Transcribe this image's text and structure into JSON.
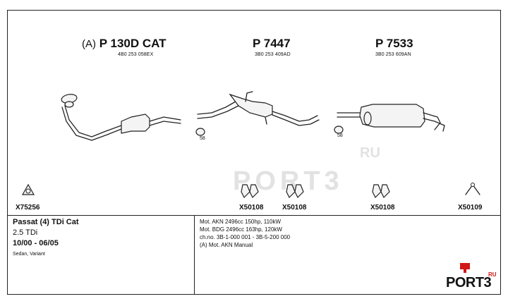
{
  "header": {
    "front": {
      "prefix": "(A)",
      "part": "P 130D CAT",
      "oem": "4B0 253 058EX"
    },
    "middle": {
      "part": "P 7447",
      "oem": "3B0 253 409AD"
    },
    "rear": {
      "part": "P 7533",
      "oem": "3B0 253 609AN"
    }
  },
  "fittings": {
    "gasket": "X75256",
    "clamp1": "X50108",
    "clamp2": "X50108",
    "clamp3": "X50108",
    "hanger": "X50109",
    "ring_ref1": "58",
    "ring_ref2": "58"
  },
  "vehicle": {
    "model": "Passat (4) TDi Cat",
    "engine": "2.5 TDi",
    "years": "10/00 - 06/05",
    "body": "Sedan, Variant"
  },
  "notes": [
    "Mot. AKN 2496cc 150hp, 110kW",
    "Mot. BDG 2496cc 163hp, 120kW",
    "ch.no. 3B-1-000 001 - 3B-5-200 000",
    "(A) Mot. AKN Manual"
  ],
  "watermark": {
    "text": "PORT3",
    "suffix": "RU"
  },
  "logo": {
    "text": "PORT3",
    "suffix": "RU"
  }
}
